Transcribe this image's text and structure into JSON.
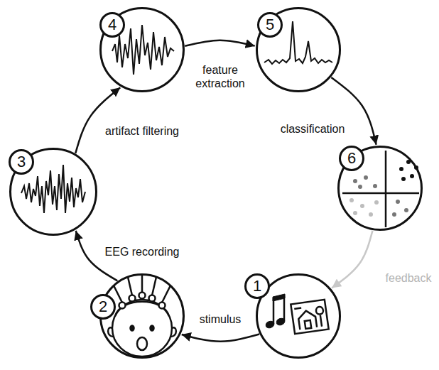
{
  "diagram": {
    "nodes": [
      {
        "text": [
          "1"
        ]
      },
      {
        "text": [
          "2"
        ]
      },
      {
        "text": [
          "3"
        ]
      },
      {
        "text": [
          "4"
        ]
      },
      {
        "text": [
          "5"
        ]
      },
      {
        "text": [
          "6"
        ]
      }
    ],
    "edges": [
      {
        "from": 0,
        "to": 1,
        "label": "stimulus",
        "arrow": "to"
      },
      {
        "from": 1,
        "to": 2,
        "label": "EEG recording",
        "arrow": "to"
      },
      {
        "from": 2,
        "to": 3,
        "label": "artifact filtering",
        "arrow": "to"
      },
      {
        "from": 3,
        "to": 4,
        "label": "feature extraction",
        "arrow": "to"
      },
      {
        "from": 4,
        "to": 5,
        "label": "classification",
        "arrow": "to"
      },
      {
        "from": 5,
        "to": 0,
        "label": "feedback",
        "arrow": "to"
      }
    ]
  }
}
